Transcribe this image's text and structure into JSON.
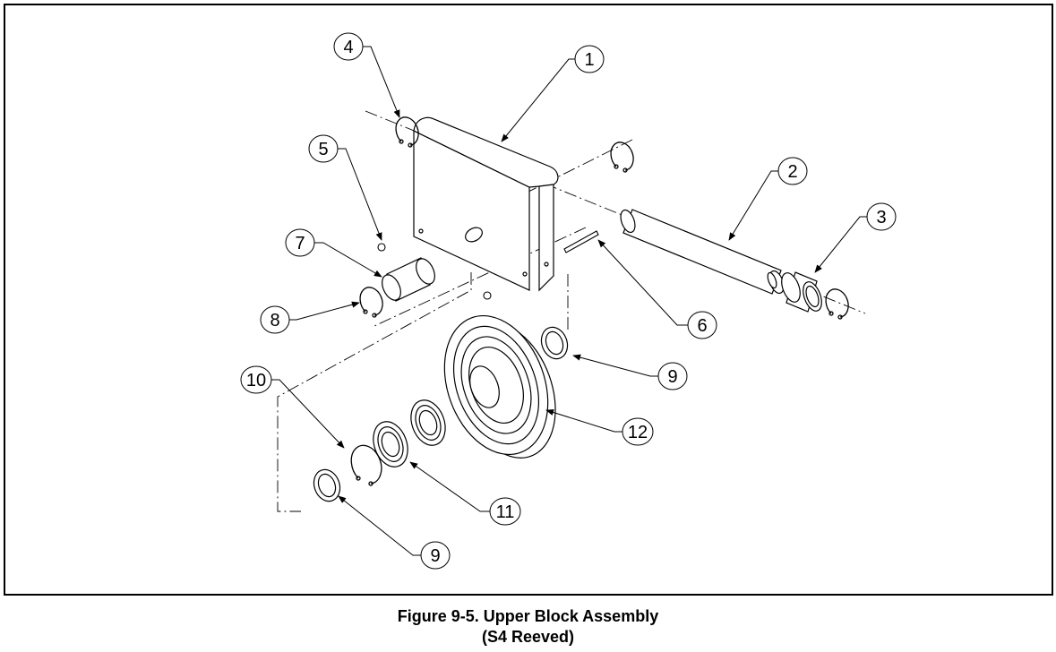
{
  "figure": {
    "caption_title": "Figure 9-5. Upper Block Assembly",
    "caption_subtitle": "(S4 Reeved)"
  },
  "callouts": [
    "1",
    "2",
    "3",
    "4",
    "5",
    "6",
    "7",
    "8",
    "9",
    "10",
    "11",
    "12",
    "9"
  ],
  "colors": {
    "line": "#000000",
    "background": "#ffffff"
  }
}
